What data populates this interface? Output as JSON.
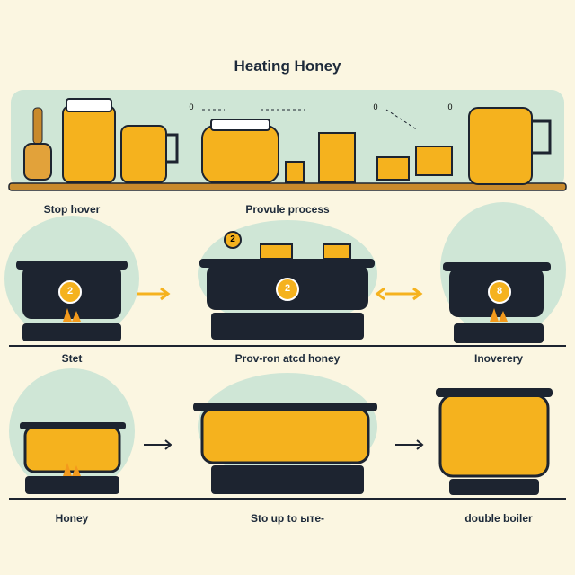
{
  "title": "Heating Honey",
  "colors": {
    "background": "#fbf6e1",
    "honey": "#f5b21e",
    "panel": "#cfe6d6",
    "pot": "#1d2430",
    "shelf": "#c98a2c",
    "flame": "#f39a1c"
  },
  "top_row": {
    "markers": [
      "0",
      "0",
      "0"
    ]
  },
  "labels": {
    "row1_left": "Stop hover",
    "row1_center": "Provule process",
    "row2_left": "Stet",
    "row2_center": "Prov-ron atcd honey",
    "row2_right": "Inoverery",
    "row3_left": "Honey",
    "row3_center": "Sto up to ытe-",
    "row3_right": "double boiler"
  },
  "pot_badges": [
    "2",
    "2",
    "8"
  ],
  "small_badge": "2"
}
